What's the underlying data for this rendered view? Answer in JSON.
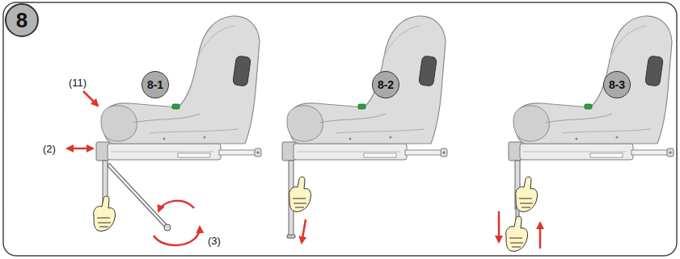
{
  "diagram": {
    "nodes": [
      {
        "text": [
          "8"
        ]
      },
      {
        "text": [
          "8-1"
        ]
      },
      {
        "text": [
          "8-2"
        ]
      },
      {
        "text": [
          "8-3"
        ]
      }
    ],
    "labels": [
      "(11)",
      "(2)",
      "(3)"
    ]
  }
}
